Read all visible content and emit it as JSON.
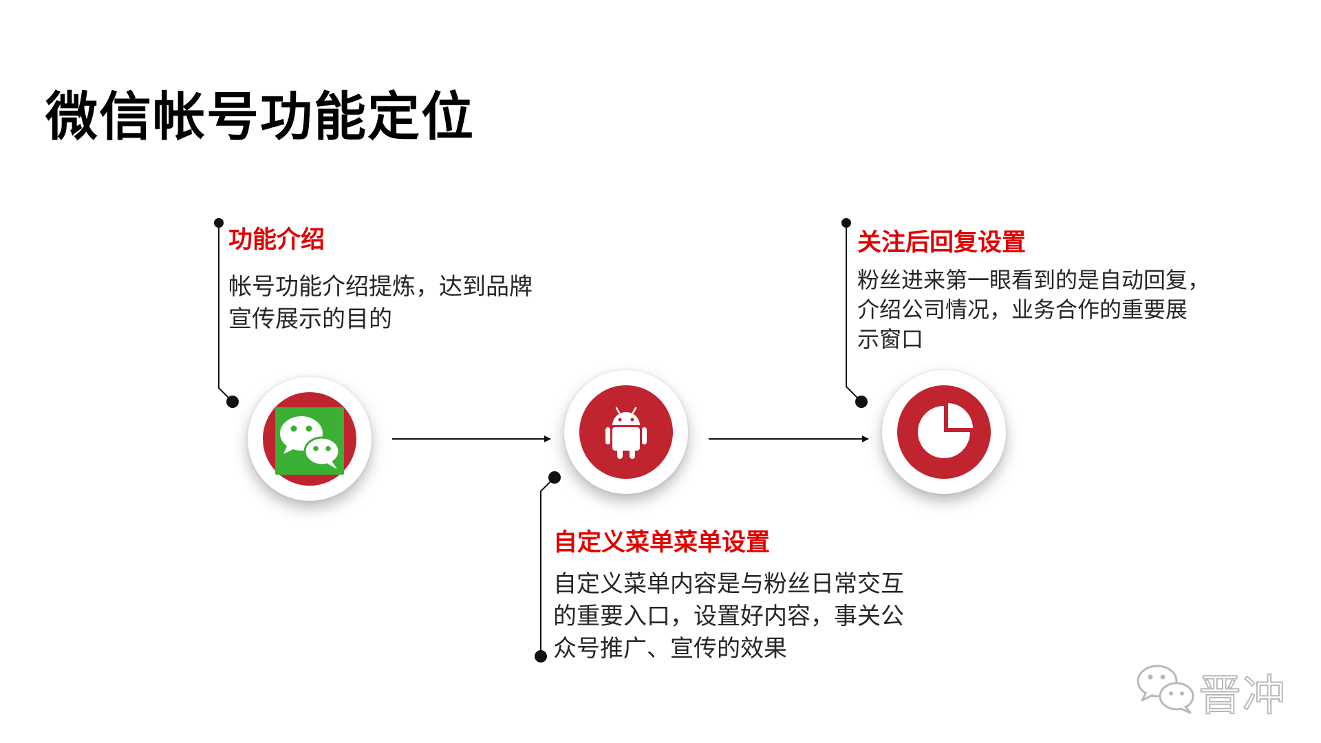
{
  "title": "微信帐号功能定位",
  "colors": {
    "accent_red": "#c0242f",
    "heading_red": "#e00000",
    "wechat_green": "#3cb034",
    "text_dark": "#262626",
    "connector": "#111111"
  },
  "steps": [
    {
      "heading": "功能介绍",
      "desc_lines": [
        "帐号功能介绍提炼，达到品牌",
        "宣传展示的目的"
      ],
      "icon": "wechat-logo-icon"
    },
    {
      "heading": "自定义菜单菜单设置",
      "desc_lines": [
        "自定义菜单内容是与粉丝日常交互",
        "的重要入口，设置好内容，事关公",
        "众号推广、宣传的效果"
      ],
      "icon": "android-icon"
    },
    {
      "heading": "关注后回复设置",
      "desc_lines": [
        "粉丝进来第一眼看到的是自动回复，",
        "介绍公司情况，业务合作的重要展",
        "示窗口"
      ],
      "icon": "pie-chart-icon"
    }
  ],
  "watermark": {
    "text": "晋冲",
    "icon": "wechat-outline-icon"
  }
}
